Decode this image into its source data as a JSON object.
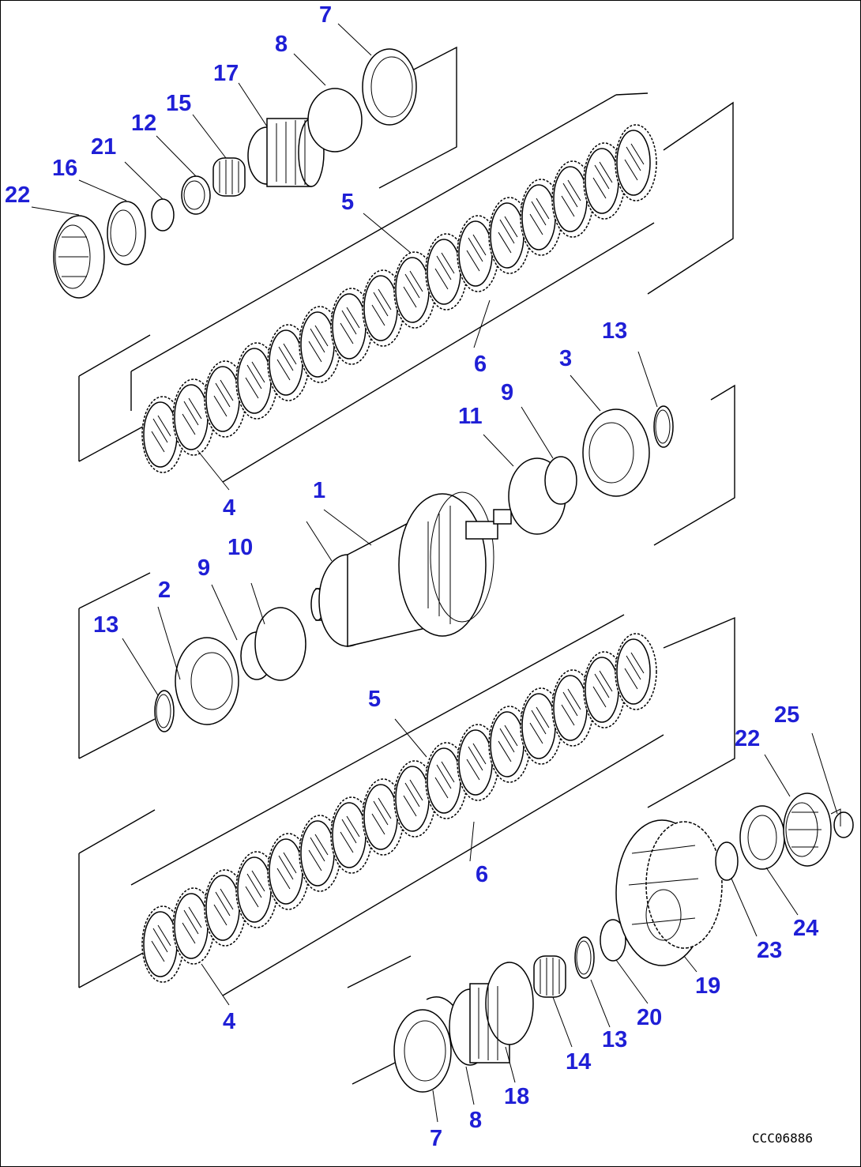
{
  "diagram": {
    "drawing_code": "CCC06886",
    "colors": {
      "label": "#1f1fd6",
      "line": "#000000",
      "background": "#ffffff"
    },
    "callouts": [
      {
        "id": "c7a",
        "text": "7"
      },
      {
        "id": "c8a",
        "text": "8"
      },
      {
        "id": "c17",
        "text": "17"
      },
      {
        "id": "c15",
        "text": "15"
      },
      {
        "id": "c12",
        "text": "12"
      },
      {
        "id": "c21",
        "text": "21"
      },
      {
        "id": "c16",
        "text": "16"
      },
      {
        "id": "c22a",
        "text": "22"
      },
      {
        "id": "c5a",
        "text": "5"
      },
      {
        "id": "c6a",
        "text": "6"
      },
      {
        "id": "c13a",
        "text": "13"
      },
      {
        "id": "c3",
        "text": "3"
      },
      {
        "id": "c9a",
        "text": "9"
      },
      {
        "id": "c11",
        "text": "11"
      },
      {
        "id": "c4a",
        "text": "4"
      },
      {
        "id": "c1",
        "text": "1"
      },
      {
        "id": "c10",
        "text": "10"
      },
      {
        "id": "c9b",
        "text": "9"
      },
      {
        "id": "c2",
        "text": "2"
      },
      {
        "id": "c13b",
        "text": "13"
      },
      {
        "id": "c5b",
        "text": "5"
      },
      {
        "id": "c6b",
        "text": "6"
      },
      {
        "id": "c22b",
        "text": "22"
      },
      {
        "id": "c25",
        "text": "25"
      },
      {
        "id": "c24",
        "text": "24"
      },
      {
        "id": "c23",
        "text": "23"
      },
      {
        "id": "c19",
        "text": "19"
      },
      {
        "id": "c20",
        "text": "20"
      },
      {
        "id": "c4b",
        "text": "4"
      },
      {
        "id": "c13c",
        "text": "13"
      },
      {
        "id": "c14",
        "text": "14"
      },
      {
        "id": "c18",
        "text": "18"
      },
      {
        "id": "c8b",
        "text": "8"
      },
      {
        "id": "c7b",
        "text": "7"
      }
    ]
  }
}
